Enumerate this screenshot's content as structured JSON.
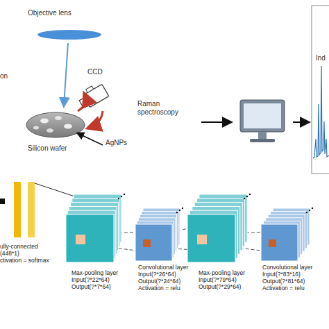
{
  "diagram": {
    "nodes": [
      {
        "text": [
          "ully-connected",
          "(448*1)",
          "ctivation = softmax"
        ]
      },
      {
        "text": [
          "Max-pooling layer",
          "Input(?*22*64)",
          "Output(?*7*64)"
        ]
      },
      {
        "text": [
          "Convolutional layer",
          "Input(?*26*64)",
          "Output(?*24*64)",
          "Activation = relu"
        ]
      },
      {
        "text": [
          "Max-pooling layer",
          "Input(?*79*64)",
          "Output(?*29*64)"
        ]
      },
      {
        "text": [
          "Convolutional layer",
          "Input(?*83*16)",
          "Output(?*81*64)",
          "Activation = relu"
        ]
      }
    ],
    "edges": [
      {
        "from": 0,
        "to": 1,
        "arrow": "none"
      },
      {
        "from": 1,
        "to": 2,
        "arrow": "none"
      },
      {
        "from": 2,
        "to": 3,
        "arrow": "none"
      },
      {
        "from": 3,
        "to": 4,
        "arrow": "none"
      }
    ],
    "labels": [
      "Objective lens",
      "on",
      "CCD",
      "Raman spectroscopy",
      "Silicon wafer",
      "AgNPs",
      "Ind"
    ]
  }
}
